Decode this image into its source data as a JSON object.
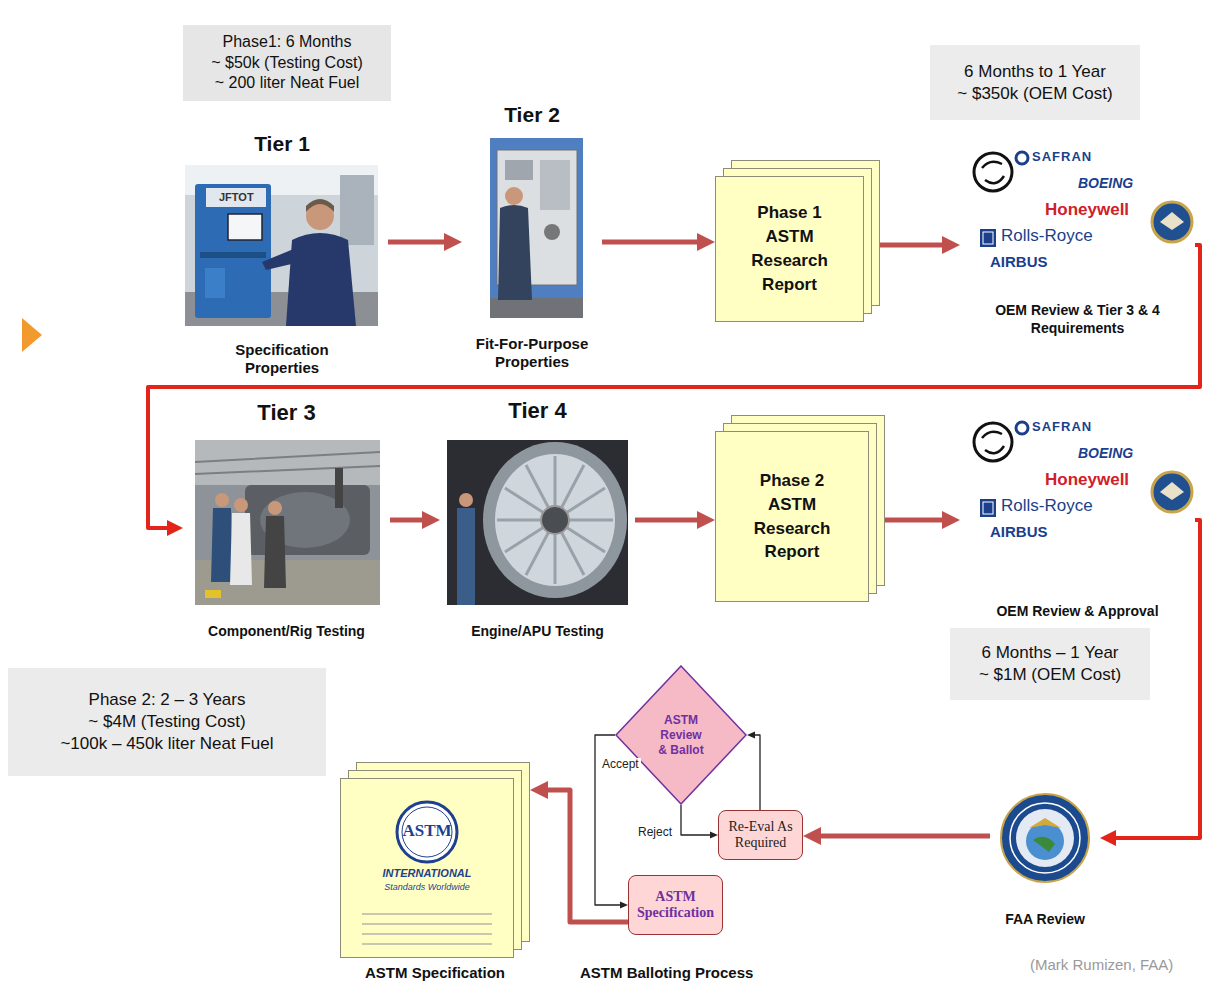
{
  "diagram": {
    "nodes": [
      {
        "text": [
          "Phase1: 6 Months",
          "~ $50k (Testing Cost)",
          "~ 200 liter Neat Fuel"
        ]
      },
      {
        "text": [
          "Tier 1",
          "Specification Properties"
        ]
      },
      {
        "text": [
          "Tier 2",
          "Fit-For-Purpose Properties"
        ]
      },
      {
        "text": [
          "Phase 1 ASTM Research Report"
        ]
      },
      {
        "text": [
          "6 Months to 1 Year",
          "~ $350k (OEM Cost)"
        ]
      },
      {
        "text": [
          "OEM Review & Tier 3 & 4 Requirements"
        ]
      },
      {
        "text": [
          "Tier 3",
          "Component/Rig Testing"
        ]
      },
      {
        "text": [
          "Tier 4",
          "Engine/APU Testing"
        ]
      },
      {
        "text": [
          "Phase 2 ASTM Research Report"
        ]
      },
      {
        "text": [
          "OEM Review & Approval"
        ]
      },
      {
        "text": [
          "6 Months – 1 Year",
          "~ $1M (OEM Cost)"
        ]
      },
      {
        "text": [
          "Phase 2: 2 – 3 Years",
          "~ $4M (Testing Cost)",
          "~100k – 450k liter Neat Fuel"
        ]
      },
      {
        "text": [
          "FAA Review"
        ]
      },
      {
        "text": [
          "Re-Eval As Required"
        ]
      },
      {
        "text": [
          "ASTM Review & Ballot"
        ]
      },
      {
        "text": [
          "ASTM Specification"
        ]
      },
      {
        "text": [
          "ASTM Specification"
        ]
      }
    ],
    "edges": [
      {
        "from": 1,
        "to": 2,
        "arrow": "to"
      },
      {
        "from": 2,
        "to": 3,
        "arrow": "to"
      },
      {
        "from": 3,
        "to": 5,
        "arrow": "to"
      },
      {
        "from": 5,
        "to": 6,
        "arrow": "to"
      },
      {
        "from": 6,
        "to": 7,
        "arrow": "to"
      },
      {
        "from": 7,
        "to": 8,
        "arrow": "to"
      },
      {
        "from": 8,
        "to": 9,
        "arrow": "to"
      },
      {
        "from": 9,
        "to": 12,
        "arrow": "to"
      },
      {
        "from": 12,
        "to": 13,
        "arrow": "to"
      },
      {
        "from": 13,
        "to": 14,
        "arrow": "to"
      },
      {
        "from": 14,
        "to": 13,
        "label": "Reject",
        "arrow": "to"
      },
      {
        "from": 14,
        "to": 15,
        "label": "Accept",
        "arrow": "to"
      },
      {
        "from": 15,
        "to": 16,
        "arrow": "to"
      }
    ],
    "labels": [
      "JFTOT",
      "SAFRAN",
      "BOEING",
      "Honeywell",
      "Rolls-Royce",
      "AIRBUS",
      "SAFRAN",
      "BOEING",
      "Honeywell",
      "Rolls-Royce",
      "AIRBUS",
      "ASTM",
      "INTERNATIONAL",
      "Standards Worldwide",
      "ASTM Balloting Process",
      "(Mark Rumizen, FAA)"
    ]
  }
}
